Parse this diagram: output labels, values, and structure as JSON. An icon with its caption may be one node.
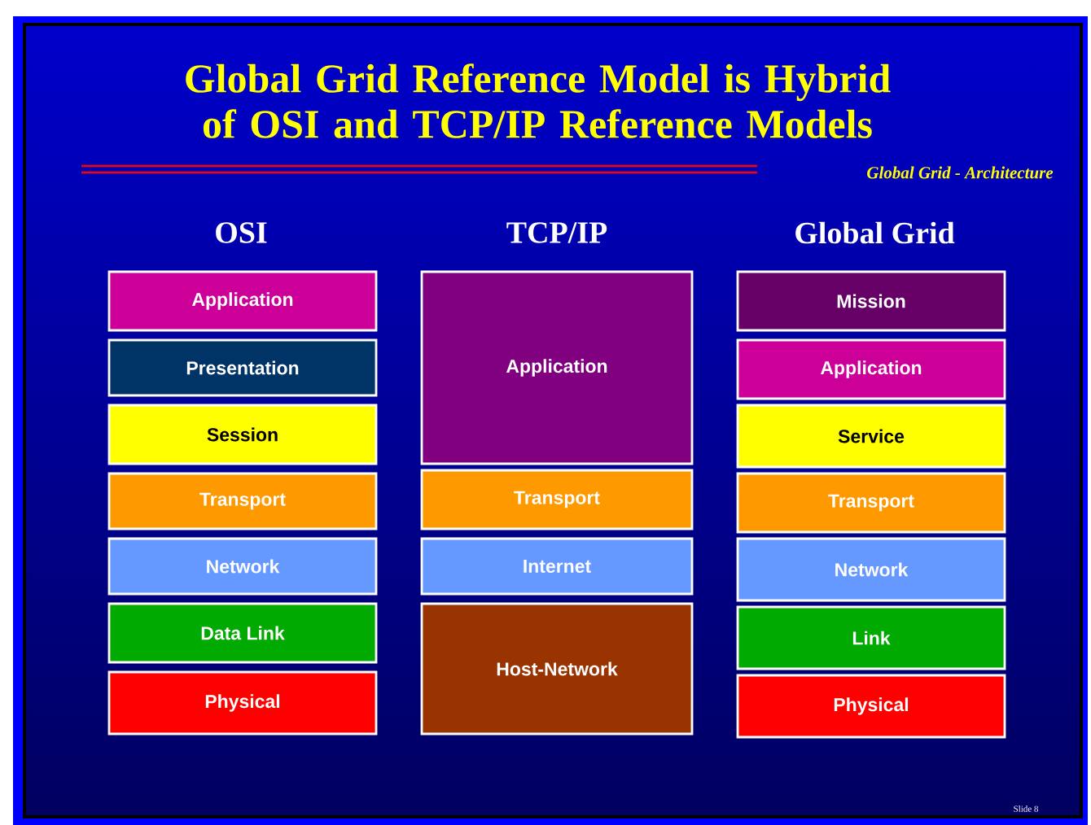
{
  "diagram": {
    "title": "Global Grid Reference Model is Hybrid of OSI and TCP/IP Reference Models",
    "nodes": [
      {
        "text": [
          "Application"
        ]
      },
      {
        "text": [
          "Presentation"
        ]
      },
      {
        "text": [
          "Session"
        ]
      },
      {
        "text": [
          "Transport"
        ]
      },
      {
        "text": [
          "Network"
        ]
      },
      {
        "text": [
          "Data Link"
        ]
      },
      {
        "text": [
          "Physical"
        ]
      },
      {
        "text": [
          "Application"
        ]
      },
      {
        "text": [
          "Transport"
        ]
      },
      {
        "text": [
          "Internet"
        ]
      },
      {
        "text": [
          "Host-Network"
        ]
      },
      {
        "text": [
          "Mission"
        ]
      },
      {
        "text": [
          "Application"
        ]
      },
      {
        "text": [
          "Service"
        ]
      },
      {
        "text": [
          "Transport"
        ]
      },
      {
        "text": [
          "Network"
        ]
      },
      {
        "text": [
          "Link"
        ]
      },
      {
        "text": [
          "Physical"
        ]
      }
    ],
    "labels": [
      "Global Grid  - Architecture",
      "OSI",
      "TCP/IP",
      "Global Grid",
      "Slide 8"
    ]
  }
}
